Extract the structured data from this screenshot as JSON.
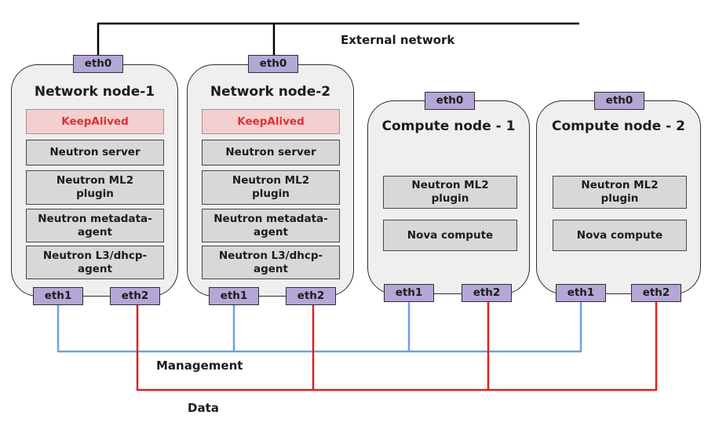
{
  "labels": {
    "external": "External network",
    "management": "Management",
    "data": "Data"
  },
  "nodes": [
    {
      "title": "Network node-1",
      "ports": {
        "top": "eth0",
        "left": "eth1",
        "right": "eth2"
      },
      "services": [
        "KeepAlived",
        "Neutron server",
        "Neutron  ML2\nplugin",
        "Neutron metadata-\nagent",
        "Neutron  L3/dhcp-\nagent"
      ]
    },
    {
      "title": "Network node-2",
      "ports": {
        "top": "eth0",
        "left": "eth1",
        "right": "eth2"
      },
      "services": [
        "KeepAlived",
        "Neutron server",
        "Neutron  ML2\nplugin",
        "Neutron metadata-\nagent",
        "Neutron  L3/dhcp-\nagent"
      ]
    },
    {
      "title": "Compute node - 1",
      "ports": {
        "top": "eth0",
        "left": "eth1",
        "right": "eth2"
      },
      "services": [
        "Neutron  ML2\nplugin",
        "Nova compute"
      ]
    },
    {
      "title": "Compute node - 2",
      "ports": {
        "top": "eth0",
        "left": "eth1",
        "right": "eth2"
      },
      "services": [
        "Neutron  ML2\nplugin",
        "Nova compute"
      ]
    }
  ],
  "colors": {
    "external_line": "#000000",
    "management_line": "#6fa0e0",
    "data_line": "#e02020",
    "keepalived_text": "#e03131",
    "port_fill": "#b4a7d6"
  }
}
